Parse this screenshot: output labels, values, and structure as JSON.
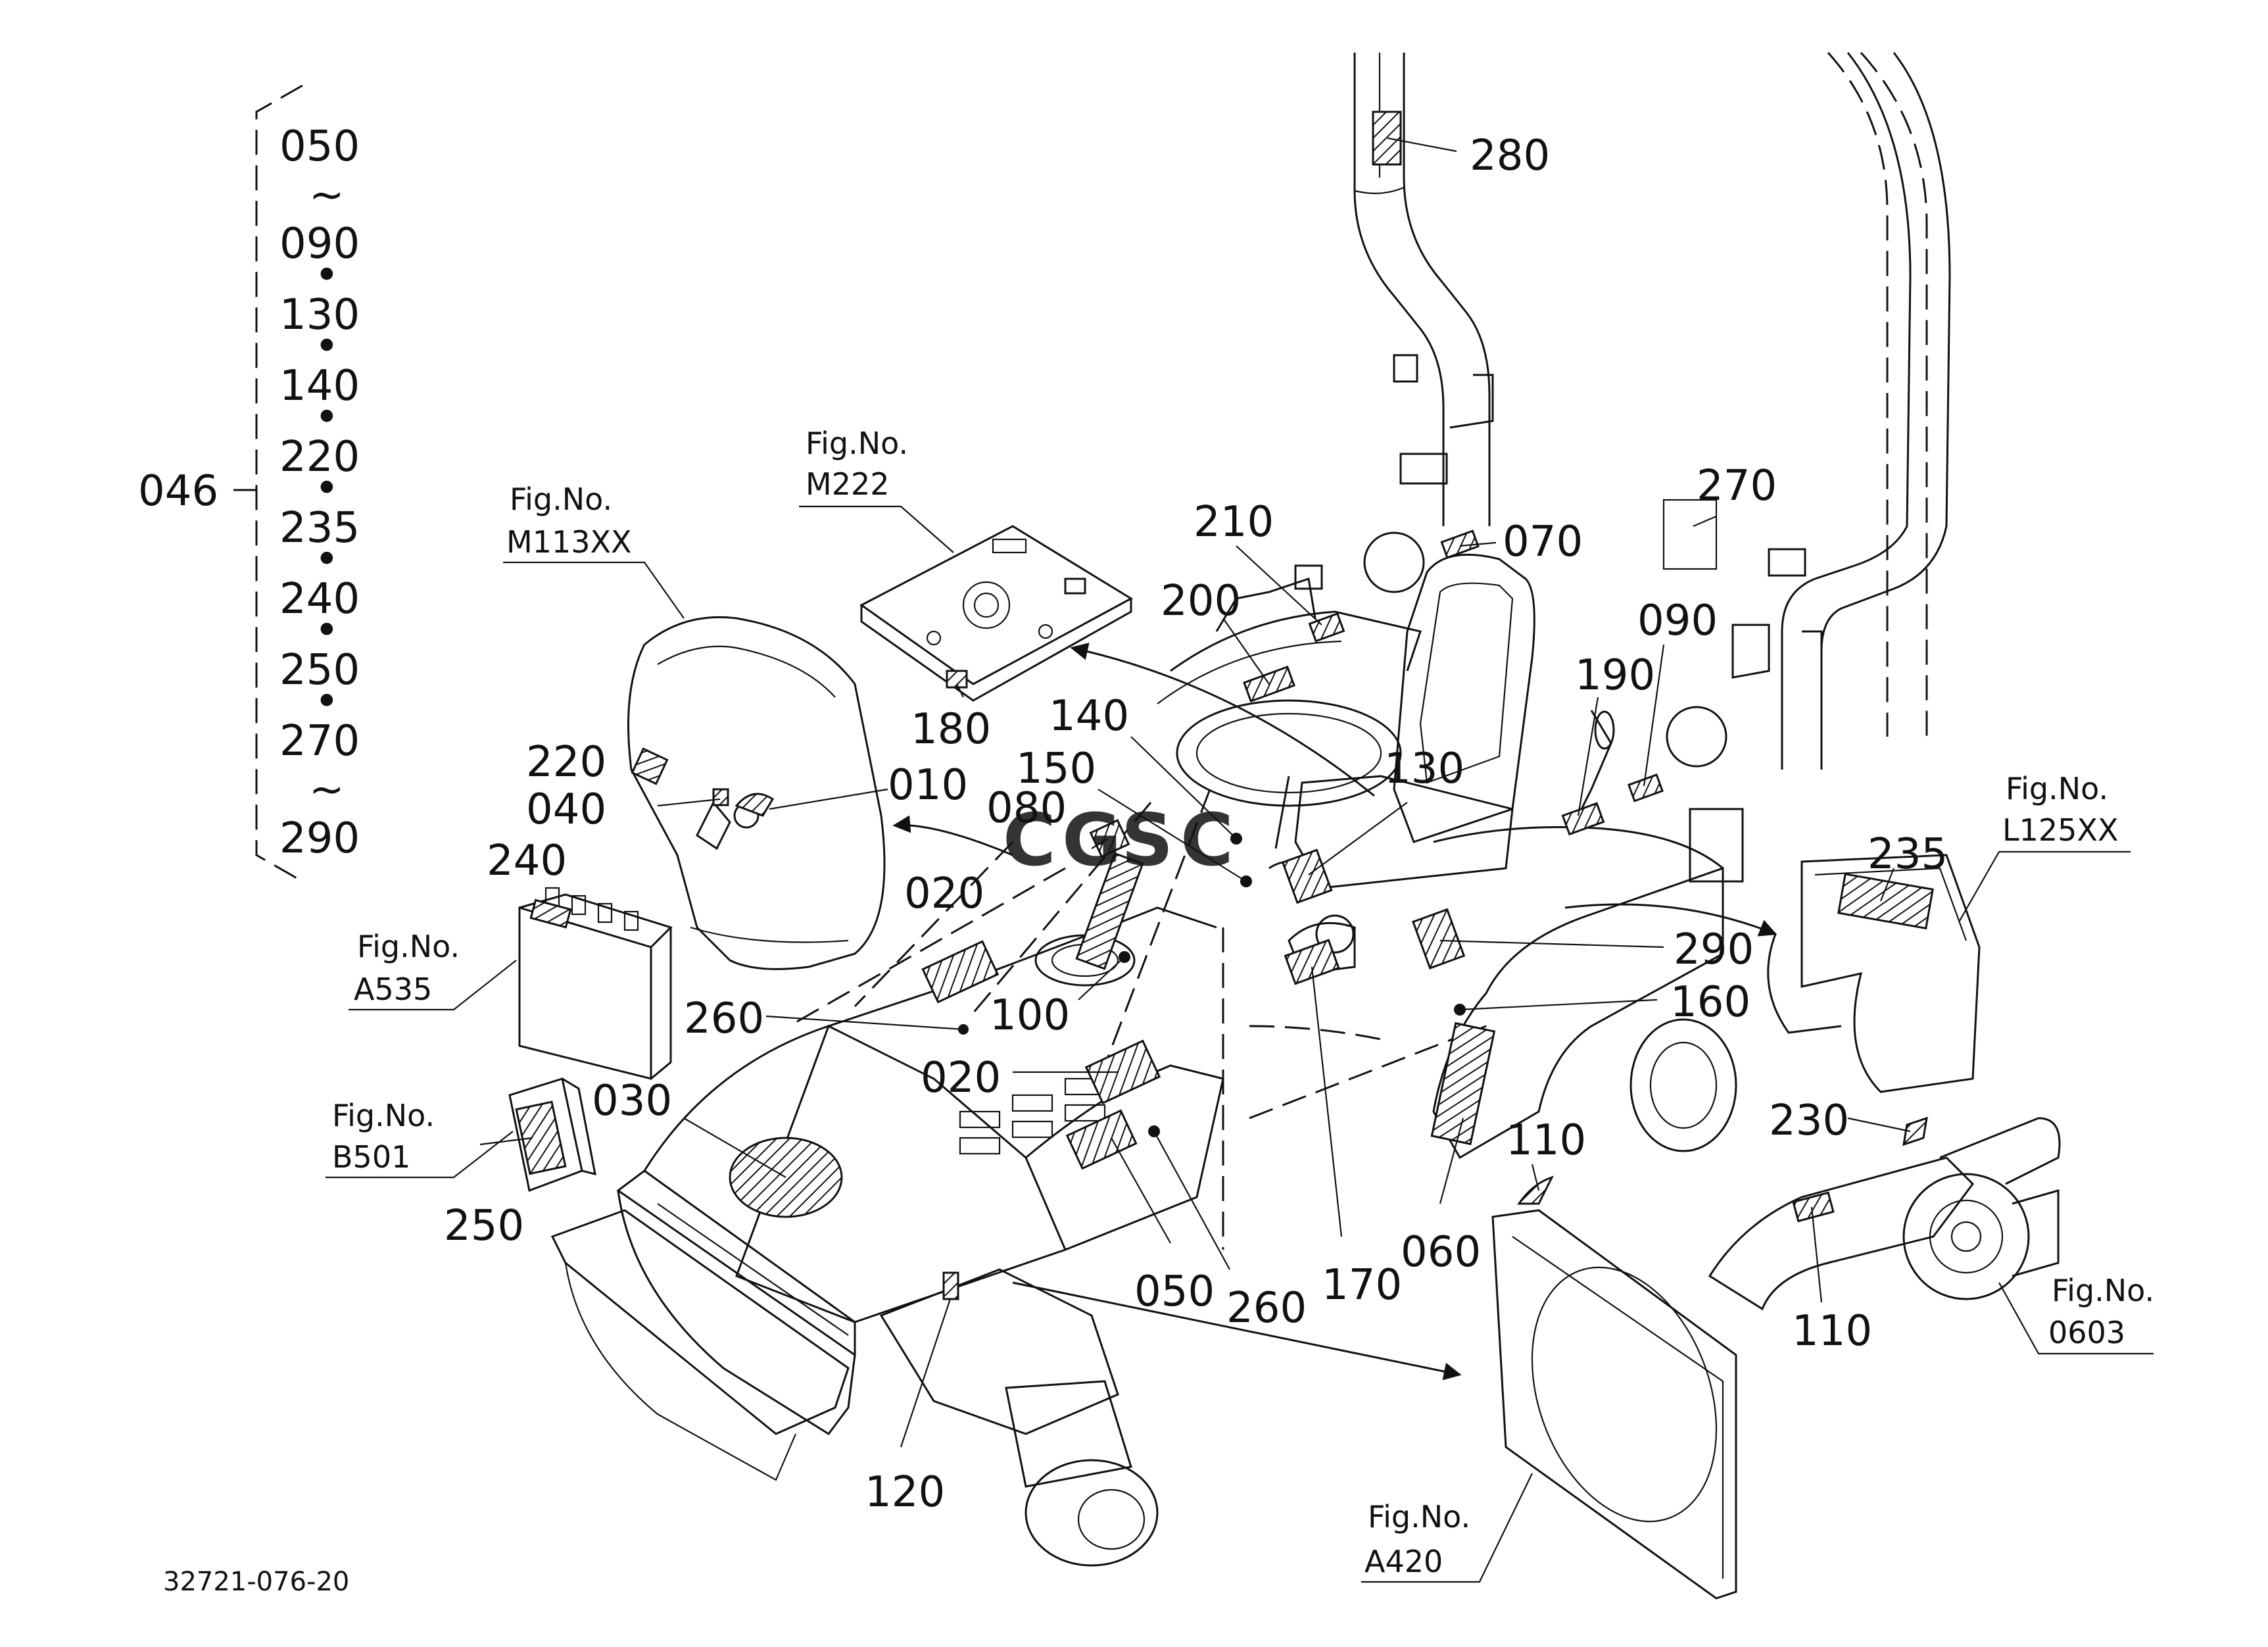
{
  "brace": {
    "group": "046",
    "items": [
      "050",
      "~",
      "090",
      "•",
      "130",
      "•",
      "140",
      "•",
      "220",
      "•",
      "235",
      "•",
      "240",
      "•",
      "250",
      "•",
      "270",
      "~",
      "290"
    ]
  },
  "figrefs": [
    {
      "id": "m113",
      "line1": "Fig.No.",
      "line2": "M113XX"
    },
    {
      "id": "m222",
      "line1": "Fig.No.",
      "line2": "M222"
    },
    {
      "id": "a535",
      "line1": "Fig.No.",
      "line2": "A535"
    },
    {
      "id": "b501",
      "line1": "Fig.No.",
      "line2": "B501"
    },
    {
      "id": "l125",
      "line1": "Fig.No.",
      "line2": "L125XX"
    },
    {
      "id": "f0603",
      "line1": "Fig.No.",
      "line2": "0603"
    },
    {
      "id": "a420",
      "line1": "Fig.No.",
      "line2": "A420"
    }
  ],
  "labels": {
    "l280": "280",
    "l270": "270",
    "l210": "210",
    "l070": "070",
    "l200": "200",
    "l090": "090",
    "l190": "190",
    "l130": "130",
    "l140": "140",
    "l150": "150",
    "l180": "180",
    "l220": "220",
    "l040": "040",
    "l010": "010",
    "l080": "080",
    "l240": "240",
    "l020a": "020",
    "l100": "100",
    "l260a": "260",
    "l020b": "020",
    "l030": "030",
    "l250": "250",
    "l050": "050",
    "l260b": "260",
    "l170": "170",
    "l060": "060",
    "l160": "160",
    "l290": "290",
    "l235": "235",
    "l230": "230",
    "l110a": "110",
    "l110b": "110",
    "l120": "120"
  },
  "watermark": "CGSC",
  "watermark_colors": [
    "#4285f4",
    "#ea4335",
    "#fbbc05",
    "#34a853"
  ],
  "drawing_number": "32721-076-20"
}
